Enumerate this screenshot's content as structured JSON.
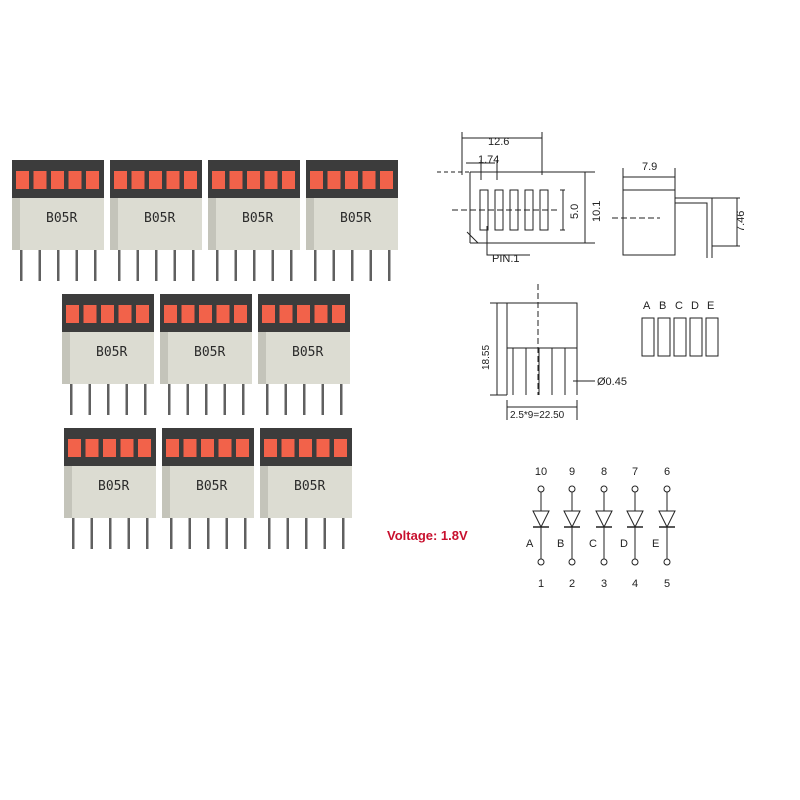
{
  "product": {
    "module_label": "B05R",
    "module_count": 10,
    "segments_per_module": 5,
    "colors": {
      "led_red": "#f2624a",
      "led_top": "#3c3c3c",
      "led_body": "#dcdcd2",
      "pin": "#606060",
      "drawing": "#222222",
      "voltage_text": "#c8102e"
    }
  },
  "dimensions": {
    "width": "12.6",
    "pitch": "1.74",
    "pin1_label": "PIN.1",
    "height_front": "10.1",
    "segment_height": "5.0",
    "side_width": "7.9",
    "side_height": "7.46",
    "total_height": "18.55",
    "pin_diameter": "Ø0.45",
    "pin_span": "2.5*9=22.50"
  },
  "segment_letters": [
    "A",
    "B",
    "C",
    "D",
    "E"
  ],
  "schematic": {
    "top_pins": [
      "10",
      "9",
      "8",
      "7",
      "6"
    ],
    "bottom_pins": [
      "1",
      "2",
      "3",
      "4",
      "5"
    ],
    "diode_labels": [
      "A",
      "B",
      "C",
      "D",
      "E"
    ]
  },
  "voltage_note": "Voltage: 1.8V"
}
